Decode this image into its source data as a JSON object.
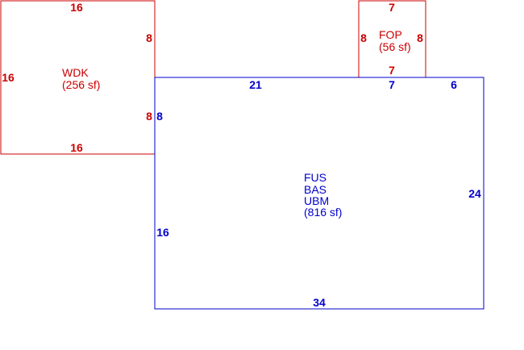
{
  "colors": {
    "addition": "#cc0000",
    "main": "#0000cc",
    "background": "#ffffff"
  },
  "areas": {
    "wdk": {
      "label_lines": [
        "WDK",
        "(256 sf)"
      ],
      "dims": {
        "top": "16",
        "left": "16",
        "bottom": "16",
        "right_upper": "8",
        "right_lower": "8"
      }
    },
    "fop": {
      "label_lines": [
        "FOP",
        "(56 sf)"
      ],
      "dims": {
        "top": "7",
        "left": "8",
        "right": "8",
        "bottom": "7"
      }
    },
    "main": {
      "label_lines": [
        "FUS",
        "BAS",
        "UBM",
        "(816 sf)"
      ],
      "dims": {
        "top_left": "21",
        "top_mid": "7",
        "top_right": "6",
        "left_upper": "8",
        "left_lower": "16",
        "right": "24",
        "bottom": "34"
      }
    }
  }
}
